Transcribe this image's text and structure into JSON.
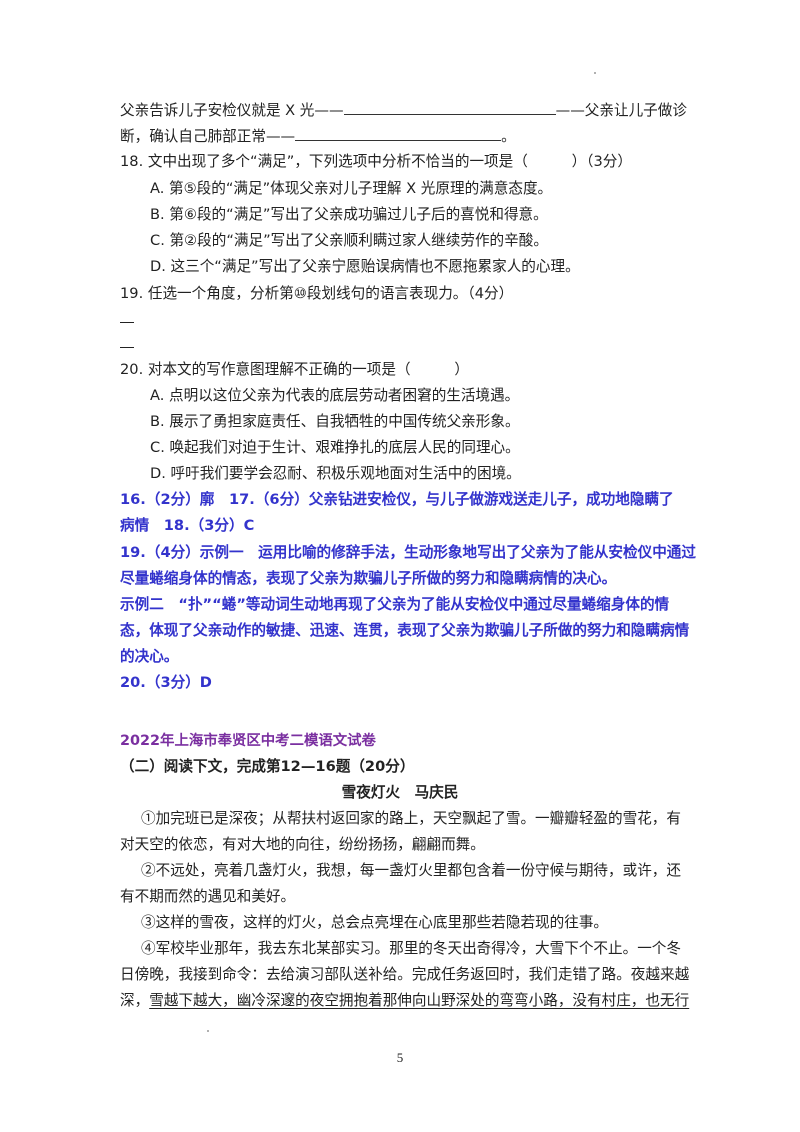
{
  "top_lines": {
    "l1_a": "父亲告诉儿子安检仪就是 X 光——",
    "l1_b": "——父亲让儿子做诊",
    "l2_a": "断，确认自己肺部正常——",
    "l2_b": "。"
  },
  "q18": {
    "stem": "18. 文中出现了多个“满足”，下列选项中分析不恰当的一项是（　　　）（3分）",
    "options": [
      "A. 第⑤段的“满足”体现父亲对儿子理解 X 光原理的满意态度。",
      "B. 第⑥段的“满足”写出了父亲成功骗过儿子后的喜悦和得意。",
      "C. 第②段的“满足”写出了父亲顺利瞒过家人继续劳作的辛酸。",
      "D. 这三个“满足”写出了父亲宁愿贻误病情也不愿拖累家人的心理。"
    ]
  },
  "q19": {
    "stem": "19. 任选一个角度，分析第⑩段划线句的语言表现力。（4分）"
  },
  "q20": {
    "stem": "20. 对本文的写作意图理解不正确的一项是（　　　）",
    "options": [
      "A. 点明以这位父亲为代表的底层劳动者困窘的生活境遇。",
      "B. 展示了勇担家庭责任、自我牺牲的中国传统父亲形象。",
      "C. 唤起我们对迫于生计、艰难挣扎的底层人民的同理心。",
      "D. 呼吁我们要学会忍耐、积极乐观地面对生活中的困境。"
    ]
  },
  "answers": {
    "a1": "16.（2分）廓　17.（6分）父亲钻进安检仪，与儿子做游戏送走儿子，成功地隐瞒了",
    "a2": "病情　18.（3分）C",
    "a3": "19.（4分）示例一　运用比喻的修辞手法，生动形象地写出了父亲为了能从安检仪中通过",
    "a4": "尽量蜷缩身体的情态，表现了父亲为欺骗儿子所做的努力和隐瞒病情的决心。",
    "a5": "示例二　“扑”“蜷”等动词生动地再现了父亲为了能从安检仪中通过尽量蜷缩身体的情",
    "a6": "态，体现了父亲动作的敏捷、迅速、连贯，表现了父亲为欺骗儿子所做的努力和隐瞒病情",
    "a7": "的决心。",
    "a8": "20.（3分）D"
  },
  "exam_title": "2022年上海市奉贤区中考二模语文试卷",
  "section_title": "（二）阅读下文，完成第12—16题（20分）",
  "article": {
    "title": "雪夜灯火　马庆民",
    "p1a": "①加完班已是深夜；从帮扶村返回家的路上，天空飘起了雪。一瓣瓣轻盈的雪花，有",
    "p1b": "对天空的依恋，有对大地的向往，纷纷扬扬，翩翩而舞。",
    "p2a": "②不远处，亮着几盏灯火，我想，每一盏灯火里都包含着一份守候与期待，或许，还",
    "p2b": "有不期而然的遇见和美好。",
    "p3": "③这样的雪夜，这样的灯火，总会点亮埋在心底里那些若隐若现的往事。",
    "p4a": "④军校毕业那年，我去东北某部实习。那里的冬天出奇得冷，大雪下个不止。一个冬",
    "p4b": "日傍晚，我接到命令：去给演习部队送补给。完成任务返回时，我们走错了路。夜越来越",
    "p4c_pre": "深，",
    "p4c_ul": "雪越下越大，幽冷深邃的夜空拥抱着那伸向山野深处的弯弯小路，没有村庄，也无行"
  },
  "page_number": "5"
}
